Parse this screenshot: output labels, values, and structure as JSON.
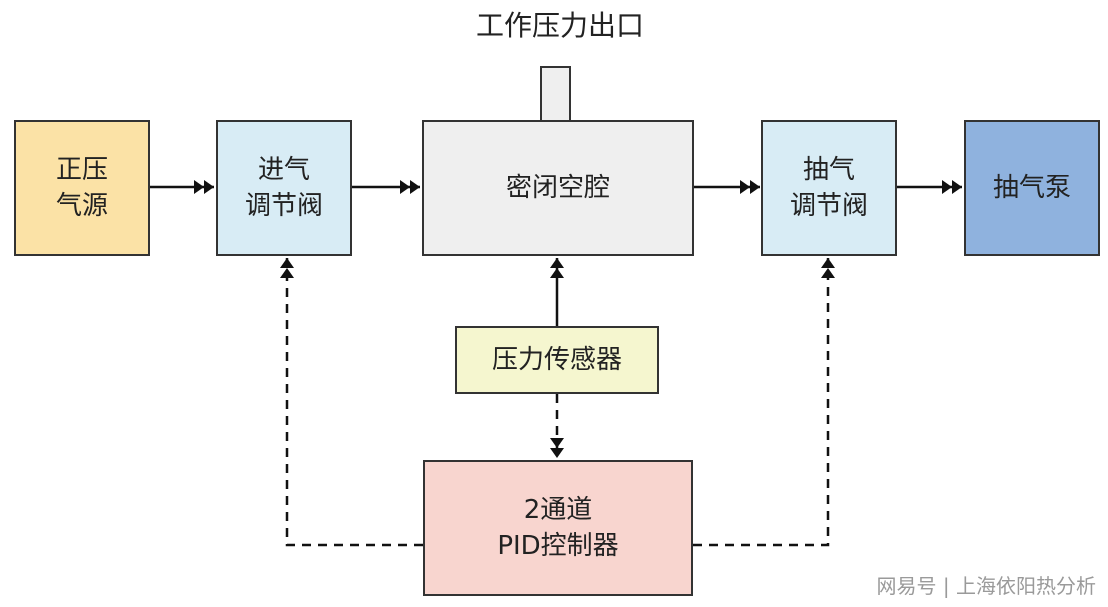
{
  "title": "工作压力出口",
  "colors": {
    "source": "#fbe2a6",
    "valve": "#d8ecf5",
    "chamber": "#efefef",
    "pump": "#8fb2de",
    "sensor": "#f5f6cf",
    "controller": "#f8d5cf",
    "line": "#111111"
  },
  "nodes": {
    "source": [
      "正压",
      "气源"
    ],
    "inlet_valve": [
      "进气",
      "调节阀"
    ],
    "chamber": "密闭空腔",
    "outlet_valve": [
      "抽气",
      "调节阀"
    ],
    "pump": "抽气泵",
    "sensor": "压力传感器",
    "controller": [
      "2通道",
      "PID控制器"
    ]
  },
  "watermark": "网易号 | 上海依阳热分析"
}
